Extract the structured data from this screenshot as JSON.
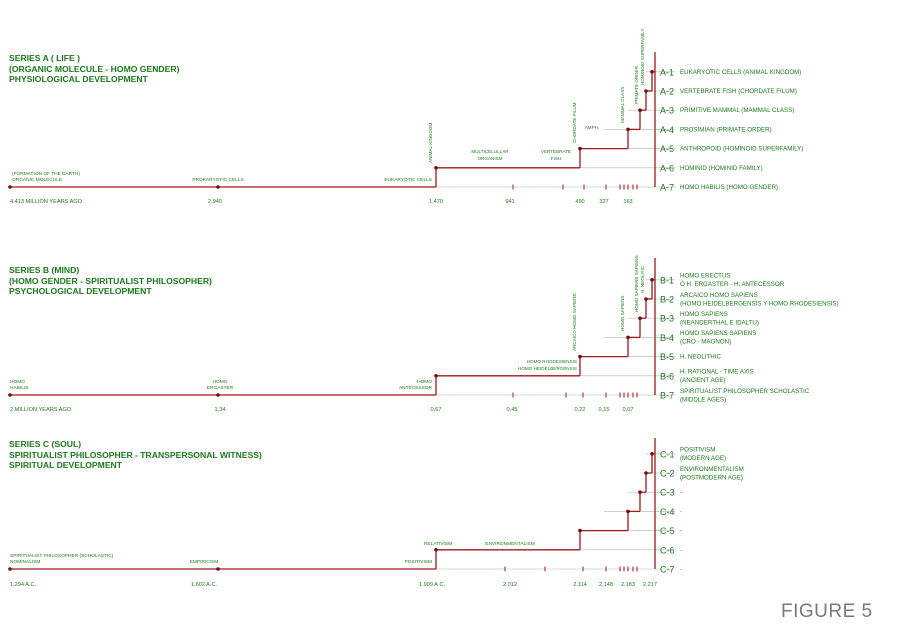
{
  "colors": {
    "red": "#9e1b1b",
    "green": "#1a7a1a",
    "grey": "#b5b5b5",
    "dot": "#6e1010",
    "figure": "#7a7a7a"
  },
  "figure_label": "FIGURE 5",
  "series": [
    {
      "id": "a",
      "header": [
        "SERIES A ( LIFE )",
        "(ORGANIC MOLECULE - HOMO GENDER)",
        "PHYSIOLOGICAL DEVELOPMENT"
      ],
      "axis_labels": [
        "4.413 MILLION YEARS AGO",
        "2.940",
        "1.470",
        "941",
        "490",
        "327",
        "163"
      ],
      "stages": [
        {
          "code": "A-7",
          "desc": [
            "HOMO HABILIS (HOMO GENDER)"
          ]
        },
        {
          "code": "A-6",
          "desc": [
            "HOMINID (HOMINID FAMILY)"
          ]
        },
        {
          "code": "A-5",
          "desc": [
            "ANTHROPOID (HOMINOID SUPERFAMILY)"
          ]
        },
        {
          "code": "A-4",
          "desc": [
            "PROSIMIAN (PRIMATE ORDER)"
          ]
        },
        {
          "code": "A-3",
          "desc": [
            "PRIMITIVE MAMMAL (MAMMAL CLASS)"
          ]
        },
        {
          "code": "A-2",
          "desc": [
            "VERTEBRATE FISH (CHORDATE FILUM)"
          ]
        },
        {
          "code": "A-1",
          "desc": [
            "EUKARYOTIC CELLS (ANIMAL KINGDOM)"
          ]
        }
      ],
      "annotations": [
        "(FORMATION OF THE EARTH)",
        "ORGANIC MOLECULE",
        "PROKARYOTIC CELLS",
        "EUKARYOTIC CELLS",
        "MULTICELULLAR",
        "ORGANISM",
        "VERTEBRATE",
        "FISH",
        "AMPH.",
        "ANIMAL KINGDOM",
        "CHORDATE FILUM",
        "MAMMAL CLASS",
        "PRIMATE ORDER",
        "HOMINOID SUPERFAMILY"
      ]
    },
    {
      "id": "b",
      "header": [
        "SERIES B (MIND)",
        "(HOMO GENDER - SPIRITUALIST PHILOSOPHER)",
        "PSYCHOLOGICAL DEVELOPMENT"
      ],
      "axis_labels": [
        "2 MILLION YEARS AGO",
        "1,34",
        "0,67",
        "0,45",
        "0,22",
        "0,15",
        "0,07"
      ],
      "stages": [
        {
          "code": "B-7",
          "desc": [
            "SPIRITUALIST PHILOSOPHER SCHOLASTIC",
            "(MIDDLE AGES)"
          ]
        },
        {
          "code": "B-6",
          "desc": [
            "H. RATIONAL - TIME AXIS",
            "(ANCIENT AGE)"
          ]
        },
        {
          "code": "B-5",
          "desc": [
            "H. NEOLITHIC"
          ]
        },
        {
          "code": "B-4",
          "desc": [
            "HOMO SAPIENS SAPIENS",
            "(CRO - MAGNON)"
          ]
        },
        {
          "code": "B-3",
          "desc": [
            "HOMO SAPIENS",
            "(NEANDERTHAL E IDALTU)"
          ]
        },
        {
          "code": "B-2",
          "desc": [
            "ARCAICO HOMO SAPIENS",
            "(HOMO HEIDELBERGENSIS Y HOMO RHODESIENSIS)"
          ]
        },
        {
          "code": "B-1",
          "desc": [
            "HOMO ERECTUS",
            "Ó H. ERGASTER - H. ANTECESSOR"
          ]
        }
      ],
      "annotations": [
        "HOMO",
        "HABILIS",
        "HOMO",
        "ERGASTER",
        "HOMO",
        "ANTECESSOR",
        "HOMO RHODESIENSIS",
        "HOMO HEIDELBERGENSIS",
        "ARCAICO HOMO SAPIENS",
        "HOMO SAPIENS",
        "HOMO SAPIENS SAPIENS",
        "H. NEOLITIC"
      ]
    },
    {
      "id": "c",
      "header": [
        "SERIES C (SOUL)",
        "SPIRITUALIST PHILOSOPHER - TRANSPERSONAL WITNESS)",
        "SPIRITUAL DEVELOPMENT"
      ],
      "axis_labels": [
        "1.294 A.C.",
        "1.602 A.C.",
        "1.909 A.C.",
        "2.012",
        "2.114",
        "2.148",
        "2.183",
        "2.217"
      ],
      "stages": [
        {
          "code": "C-7",
          "desc": [
            "-"
          ]
        },
        {
          "code": "C-6",
          "desc": [
            "-"
          ]
        },
        {
          "code": "C-5",
          "desc": [
            "-"
          ]
        },
        {
          "code": "C-4",
          "desc": [
            "-"
          ]
        },
        {
          "code": "C-3",
          "desc": [
            "-"
          ]
        },
        {
          "code": "C-2",
          "desc": [
            "ENVIRONMENTALISM",
            "(POSTMODERN AGE)"
          ]
        },
        {
          "code": "C-1",
          "desc": [
            "POSITIVISM",
            "(MODERN AGE)"
          ]
        }
      ],
      "annotations": [
        "SPIRITUALIST PHILOSOPHER (SCHOLASTIC)",
        "NOMINALISM",
        "EMPIRICISM",
        "POSITIVISM",
        "RELATIVISM",
        "ENVIRONMENTALISM"
      ]
    }
  ]
}
